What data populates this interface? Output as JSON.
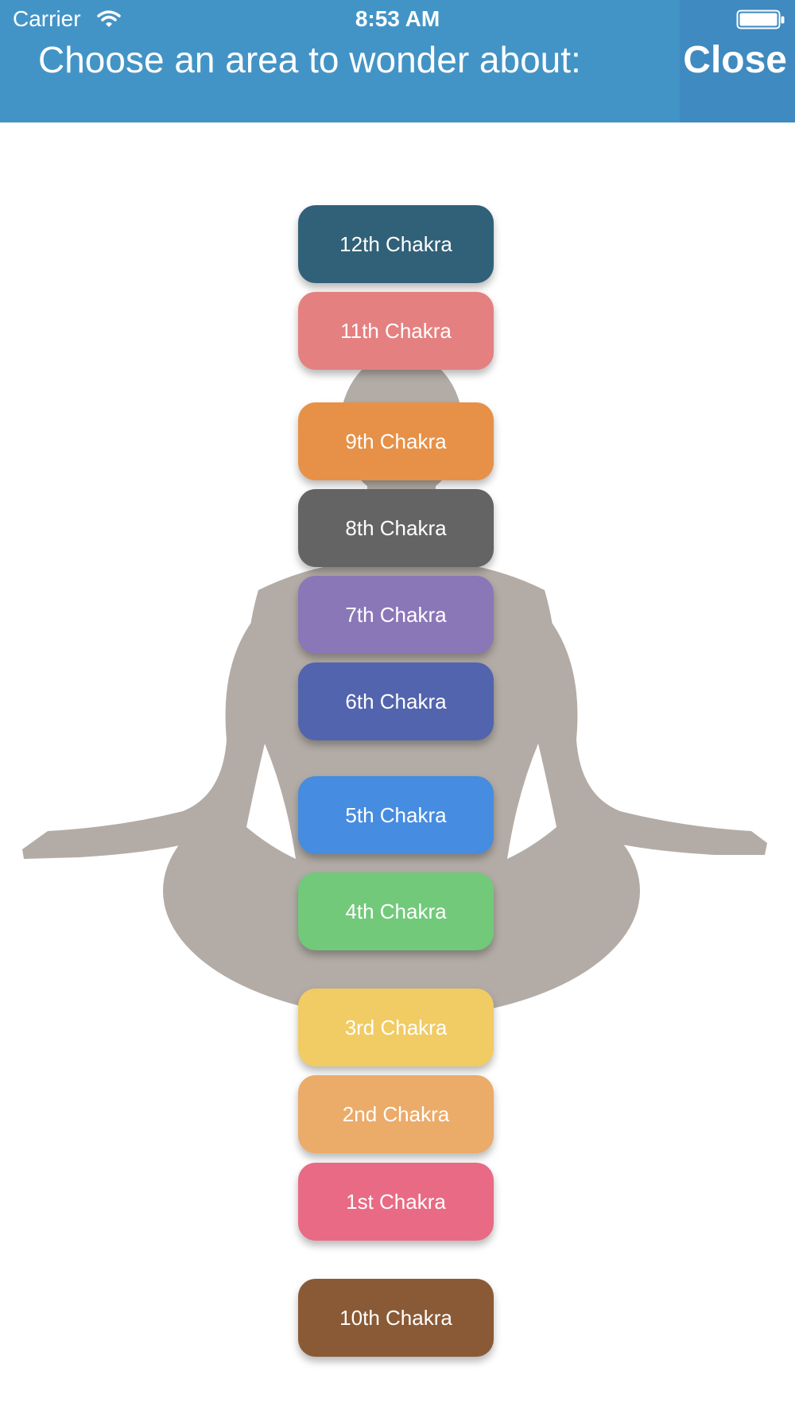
{
  "status_bar": {
    "carrier": "Carrier",
    "time": "8:53 AM",
    "wifi_icon": "wifi-icon",
    "battery_icon": "battery-icon"
  },
  "header": {
    "title": "Choose an area to wonder about:",
    "close_label": "Close",
    "background": "#4394c6"
  },
  "chakras": [
    {
      "label": "12th Chakra",
      "color": "#316178"
    },
    {
      "label": "11th Chakra",
      "color": "#e58080"
    },
    {
      "label": "9th Chakra",
      "color": "#e69147"
    },
    {
      "label": "8th Chakra",
      "color": "#646464"
    },
    {
      "label": "7th Chakra",
      "color": "#8a77b8"
    },
    {
      "label": "6th Chakra",
      "color": "#5264ad"
    },
    {
      "label": "5th Chakra",
      "color": "#468ce0"
    },
    {
      "label": "4th Chakra",
      "color": "#72c97a"
    },
    {
      "label": "3rd Chakra",
      "color": "#f1cb63"
    },
    {
      "label": "2nd Chakra",
      "color": "#ebab69"
    },
    {
      "label": "1st Chakra",
      "color": "#e96a84"
    },
    {
      "label": "10th Chakra",
      "color": "#8a5a36"
    }
  ],
  "silhouette_color": "#b3aca6"
}
